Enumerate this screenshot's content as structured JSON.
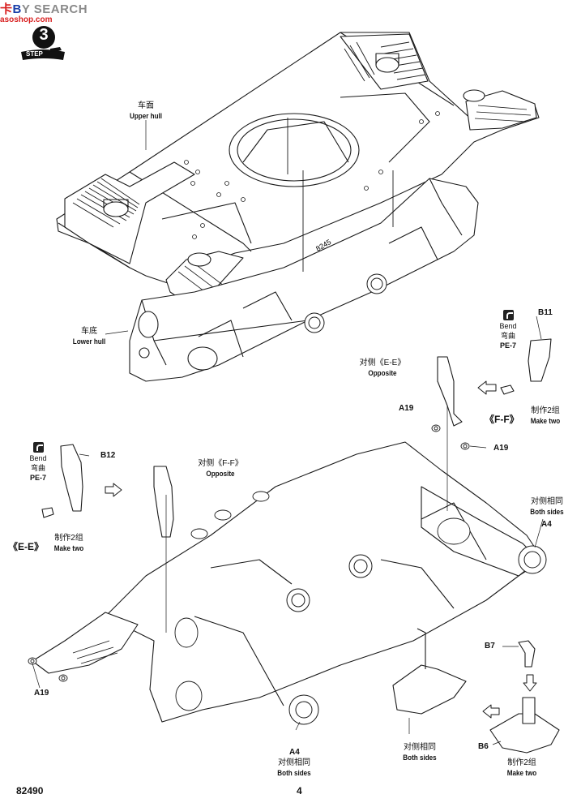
{
  "watermark": {
    "part1": "卡",
    "part2": "B",
    "part3": "Y SEARCH",
    "sub": "asoshop.com"
  },
  "step": {
    "number": "3",
    "label": "STEP"
  },
  "upper_hull": {
    "cn": "车面",
    "en": "Upper hull"
  },
  "lower_hull": {
    "cn": "车底",
    "en": "Lower hull"
  },
  "hull_marking": "8245",
  "bend_right": {
    "cn": "弯曲",
    "en": "Bend",
    "part": "PE-7"
  },
  "bend_left": {
    "cn": "弯曲",
    "en": "Bend",
    "part": "PE-7"
  },
  "parts": {
    "b11": "B11",
    "b12": "B12",
    "a19_top": "A19",
    "a19_mid": "A19",
    "a19_bottom": "A19",
    "a4_right": "A4",
    "a4_bottom": "A4",
    "b7": "B7",
    "b6": "B6"
  },
  "opposite_ee": {
    "cn": "对侧《E-E》",
    "en": "Opposite"
  },
  "opposite_ff": {
    "cn": "对侧《F-F》",
    "en": "Opposite"
  },
  "section_ff": {
    "tag": "《F-F》",
    "cn": "制作2组",
    "en": "Make two"
  },
  "section_ee": {
    "tag": "《E-E》",
    "cn": "制作2组",
    "en": "Make two"
  },
  "both_sides_right": {
    "cn": "对侧相同",
    "en": "Both sides"
  },
  "both_sides_center": {
    "cn": "对侧相同",
    "en": "Both sides"
  },
  "both_sides_bottom": {
    "cn": "对侧相同",
    "en": "Both sides"
  },
  "make_two_bottom": {
    "cn": "制作2组",
    "en": "Make two"
  },
  "footer": {
    "code": "82490",
    "page": "4"
  }
}
